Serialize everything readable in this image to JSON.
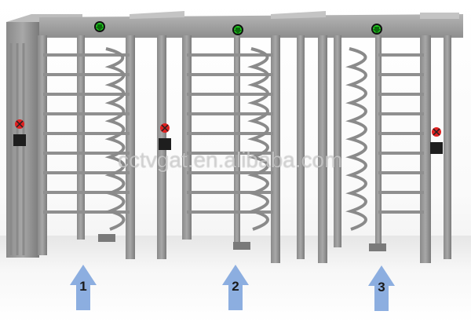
{
  "image": {
    "subject": "Three full-height rotating turnstile gates",
    "watermark": "cctvgat.en.alibaba.com",
    "lanes": [
      {
        "number": "1",
        "indicator": "green-arrow-down",
        "reader": "red-x-card-reader"
      },
      {
        "number": "2",
        "indicator": "green-arrow-down",
        "reader": "red-x-card-reader"
      },
      {
        "number": "3",
        "indicator": "green-arrow-down",
        "reader": "red-x-card-reader"
      }
    ],
    "colors": {
      "metal": "#9a9a9a",
      "metal_dark": "#7d7d7d",
      "arrow_fill": "#8caee0",
      "indicator_green": "#22cc22",
      "indicator_red": "#e02020"
    }
  }
}
